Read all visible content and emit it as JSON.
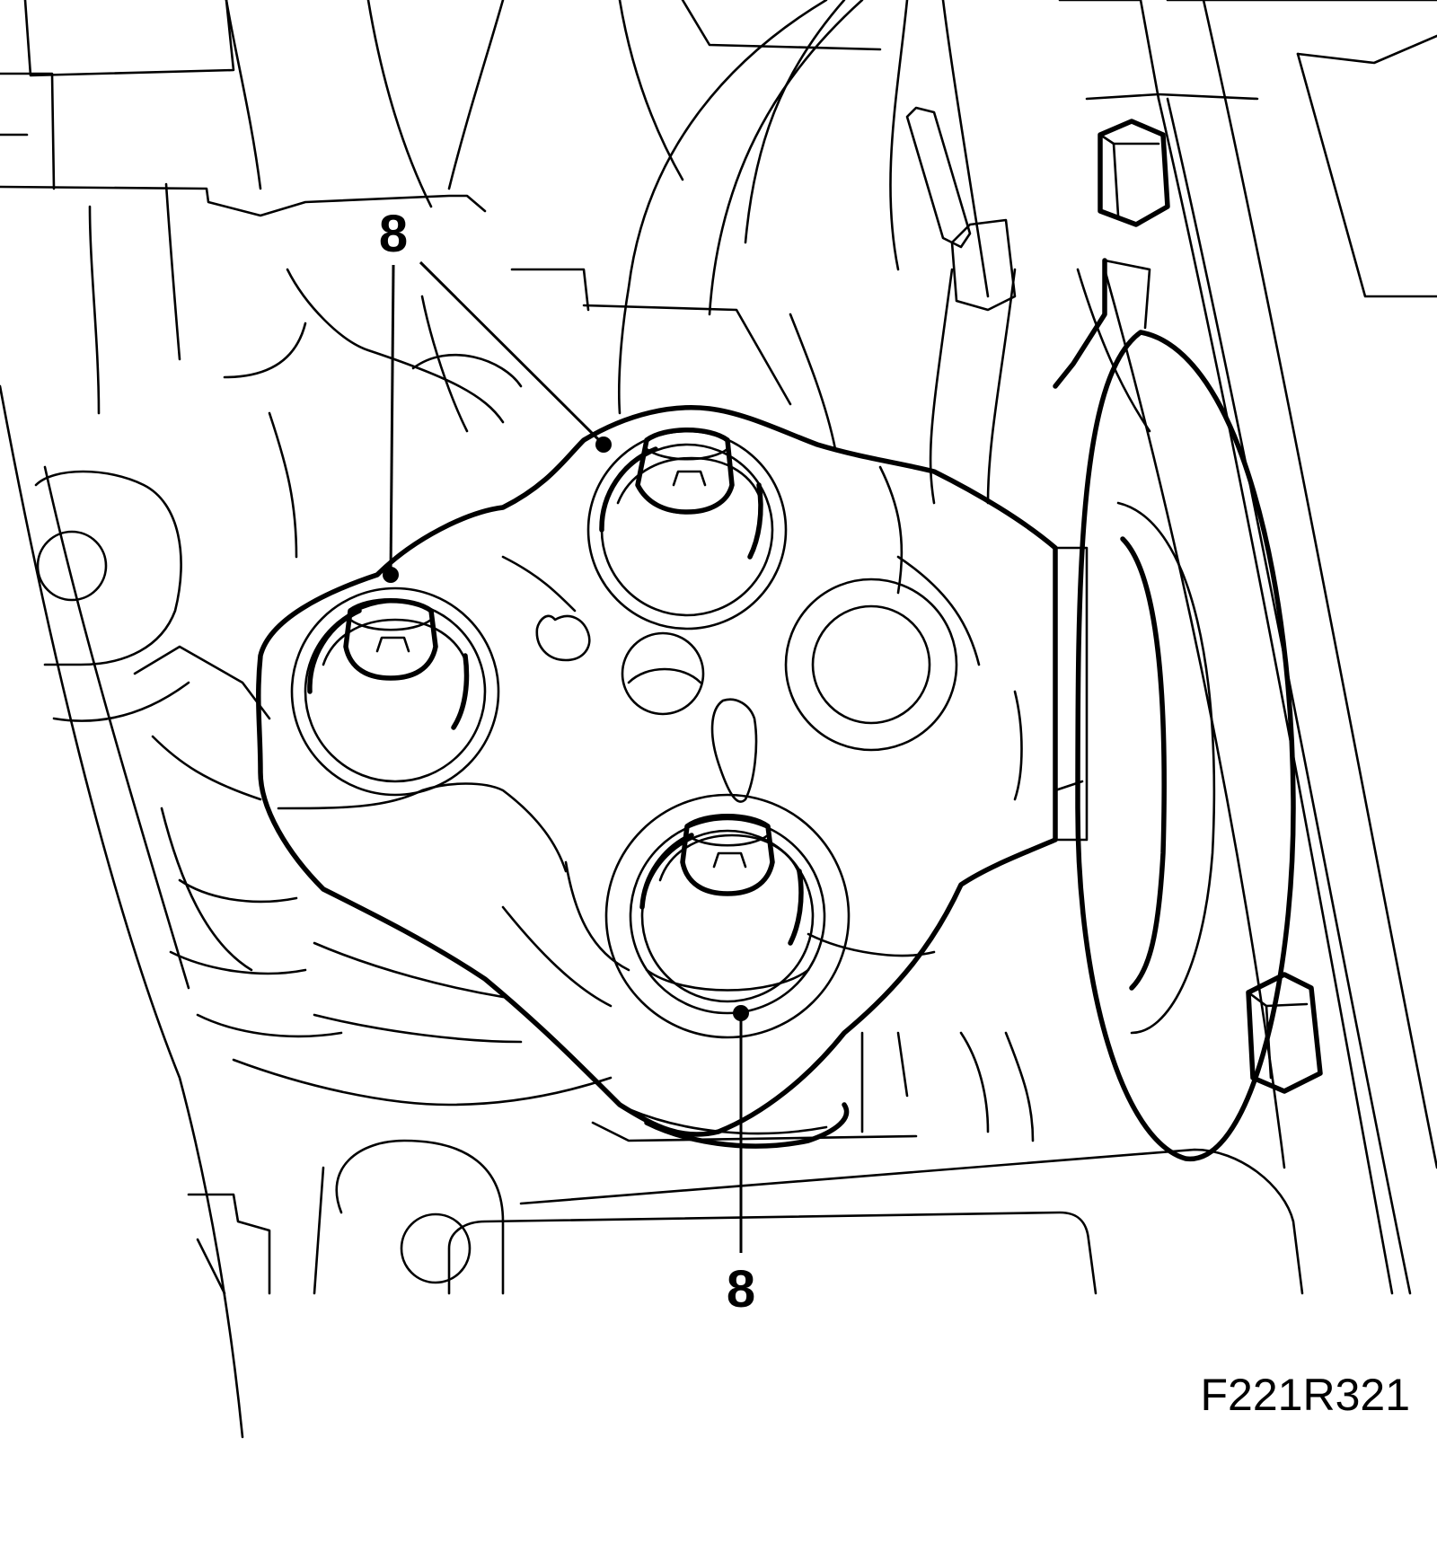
{
  "callouts": [
    {
      "id": "upper",
      "label": "8"
    },
    {
      "id": "lower",
      "label": "8"
    }
  ],
  "figure_id": "F221R321",
  "colors": {
    "line": "#000000",
    "background": "#ffffff"
  }
}
